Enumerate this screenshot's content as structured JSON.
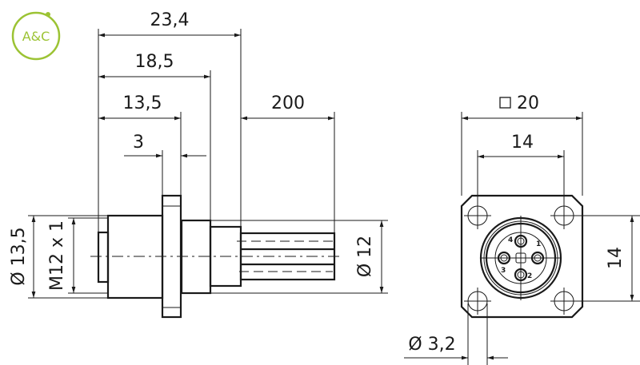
{
  "logo": {
    "text": "A&C",
    "color": "#9cc334"
  },
  "side_view": {
    "dims": {
      "d1": "23,4",
      "d2": "18,5",
      "d3": "13,5",
      "d4": "3",
      "d5": "200",
      "dia_body": "Ø 13,5",
      "thread": "M12 x 1",
      "dia_cable": "Ø 12"
    }
  },
  "front_view": {
    "dims": {
      "square": "20",
      "width": "14",
      "height": "14",
      "hole": "Ø 3,2"
    },
    "pins": [
      "1",
      "2",
      "3",
      "4"
    ]
  }
}
